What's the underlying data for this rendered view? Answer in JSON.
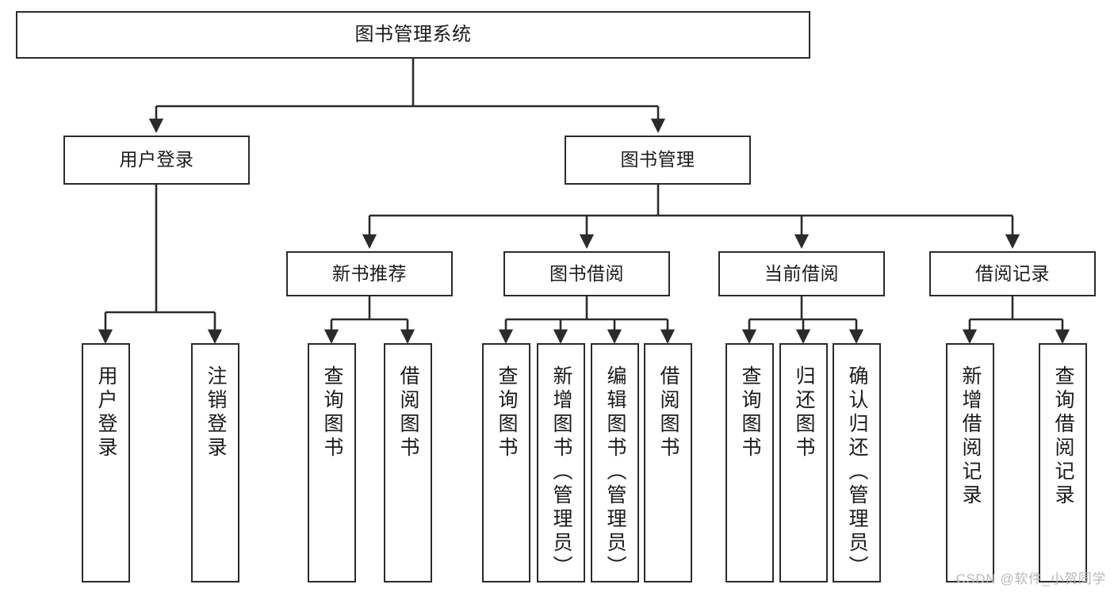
{
  "diagram": {
    "title": "图书管理系统",
    "watermark": "CSDN @软件_小贺同学",
    "stroke_color": "#2b2b2b",
    "fill_color": "#ffffff",
    "text_color": "#1a1a1a",
    "watermark_color": "#b9b9b9"
  },
  "nodes": {
    "root": {
      "label": "图书管理系统"
    },
    "level1": [
      {
        "label": "用户登录"
      },
      {
        "label": "图书管理"
      }
    ],
    "level2": [
      {
        "label": "新书推荐"
      },
      {
        "label": "图书借阅"
      },
      {
        "label": "当前借阅"
      },
      {
        "label": "借阅记录"
      }
    ],
    "leaves_login": [
      {
        "label": "用户登录"
      },
      {
        "label": "注销登录"
      }
    ],
    "leaves_recommend": [
      {
        "label": "查询图书"
      },
      {
        "label": "借阅图书"
      }
    ],
    "leaves_borrow": [
      {
        "label": "查询图书"
      },
      {
        "label": "新增图书（管理员）"
      },
      {
        "label": "编辑图书（管理员）"
      },
      {
        "label": "借阅图书"
      }
    ],
    "leaves_current": [
      {
        "label": "查询图书"
      },
      {
        "label": "归还图书"
      },
      {
        "label": "确认归还（管理员）"
      }
    ],
    "leaves_records": [
      {
        "label": "新增借阅记录"
      },
      {
        "label": "查询借阅记录"
      }
    ]
  },
  "chart_data": {
    "type": "tree-diagram",
    "title": "图书管理系统",
    "orientation": "top-down",
    "edge_style": "orthogonal-with-arrowheads",
    "levels": 4,
    "tree": {
      "name": "图书管理系统",
      "children": [
        {
          "name": "用户登录",
          "children": [
            {
              "name": "用户登录"
            },
            {
              "name": "注销登录"
            }
          ]
        },
        {
          "name": "图书管理",
          "children": [
            {
              "name": "新书推荐",
              "children": [
                {
                  "name": "查询图书"
                },
                {
                  "name": "借阅图书"
                }
              ]
            },
            {
              "name": "图书借阅",
              "children": [
                {
                  "name": "查询图书"
                },
                {
                  "name": "新增图书（管理员）"
                },
                {
                  "name": "编辑图书（管理员）"
                },
                {
                  "name": "借阅图书"
                }
              ]
            },
            {
              "name": "当前借阅",
              "children": [
                {
                  "name": "查询图书"
                },
                {
                  "name": "归还图书"
                },
                {
                  "name": "确认归还（管理员）"
                }
              ]
            },
            {
              "name": "借阅记录",
              "children": [
                {
                  "name": "新增借阅记录"
                },
                {
                  "name": "查询借阅记录"
                }
              ]
            }
          ]
        }
      ]
    }
  }
}
